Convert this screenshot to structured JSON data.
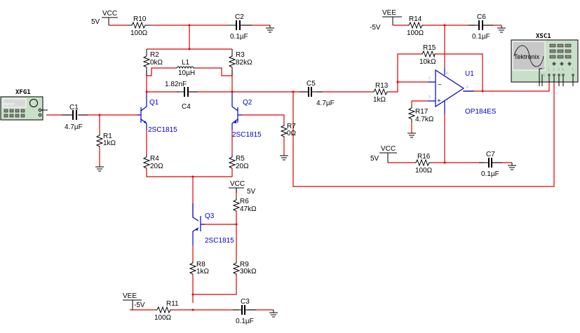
{
  "schematic": {
    "title": "Differential amplifier with op-amp output stage",
    "colors": {
      "wire": "#e00000",
      "part": "#000000",
      "active": "#0000cc",
      "instrument": "#c8e0c8"
    },
    "instruments": {
      "function_generator": {
        "ref": "XFG1",
        "brand": "Agilent"
      },
      "oscilloscope": {
        "ref": "XSC1",
        "brand": "Tektronix",
        "channels": [
          "1",
          "2",
          "3",
          "4"
        ],
        "trigger": "T",
        "probe_labels": [
          "P",
          "G"
        ]
      }
    },
    "supplies": [
      {
        "name": "VCC",
        "value": "5V"
      },
      {
        "name": "VCC",
        "value": "5V"
      },
      {
        "name": "VCC",
        "value": "5V"
      },
      {
        "name": "VEE",
        "value": "-5V"
      },
      {
        "name": "VEE",
        "value": "-5V"
      }
    ],
    "resistors": {
      "R1": {
        "ref": "R1",
        "value": "1kΩ"
      },
      "R2": {
        "ref": "R2",
        "value": "0kΩ"
      },
      "R3": {
        "ref": "R3",
        "value": "82kΩ"
      },
      "R4": {
        "ref": "R4",
        "value": "20Ω"
      },
      "R5": {
        "ref": "R5",
        "value": "20Ω"
      },
      "R6": {
        "ref": "R6",
        "value": "47kΩ"
      },
      "R7": {
        "ref": "R7",
        "value": "0Ω"
      },
      "R8": {
        "ref": "R8",
        "value": "1kΩ"
      },
      "R9": {
        "ref": "R9",
        "value": "30kΩ"
      },
      "R10": {
        "ref": "R10",
        "value": "100Ω"
      },
      "R11": {
        "ref": "R11",
        "value": "100Ω"
      },
      "R13": {
        "ref": "R13",
        "value": "1kΩ"
      },
      "R14": {
        "ref": "R14",
        "value": "100Ω"
      },
      "R15": {
        "ref": "R15",
        "value": "10kΩ"
      },
      "R16": {
        "ref": "R16",
        "value": "100Ω"
      },
      "R17": {
        "ref": "R17",
        "value": "4.7kΩ"
      }
    },
    "capacitors": {
      "C1": {
        "ref": "C1",
        "value": "4.7µF"
      },
      "C2": {
        "ref": "C2",
        "value": "0.1µF"
      },
      "C3": {
        "ref": "C3",
        "value": "0.1µF"
      },
      "C4": {
        "ref": "C4",
        "value": "1.82nF"
      },
      "C5": {
        "ref": "C5",
        "value": "4.7µF"
      },
      "C6": {
        "ref": "C6",
        "value": "0.1µF"
      },
      "C7": {
        "ref": "C7",
        "value": "0.1µF"
      }
    },
    "inductors": {
      "L1": {
        "ref": "L1",
        "value": "10µH"
      }
    },
    "transistors": {
      "Q1": {
        "ref": "Q1",
        "model": "2SC1815"
      },
      "Q2": {
        "ref": "Q2",
        "model": "2SC1815"
      },
      "Q3": {
        "ref": "Q3",
        "model": "2SC1815"
      }
    },
    "opamp": {
      "ref": "U1",
      "model": "OP184ES",
      "pins": {
        "inv": "2",
        "noninv": "3",
        "vpos": "4",
        "vneg": "7",
        "out": "6"
      },
      "minus": "−",
      "plus": "+"
    }
  }
}
